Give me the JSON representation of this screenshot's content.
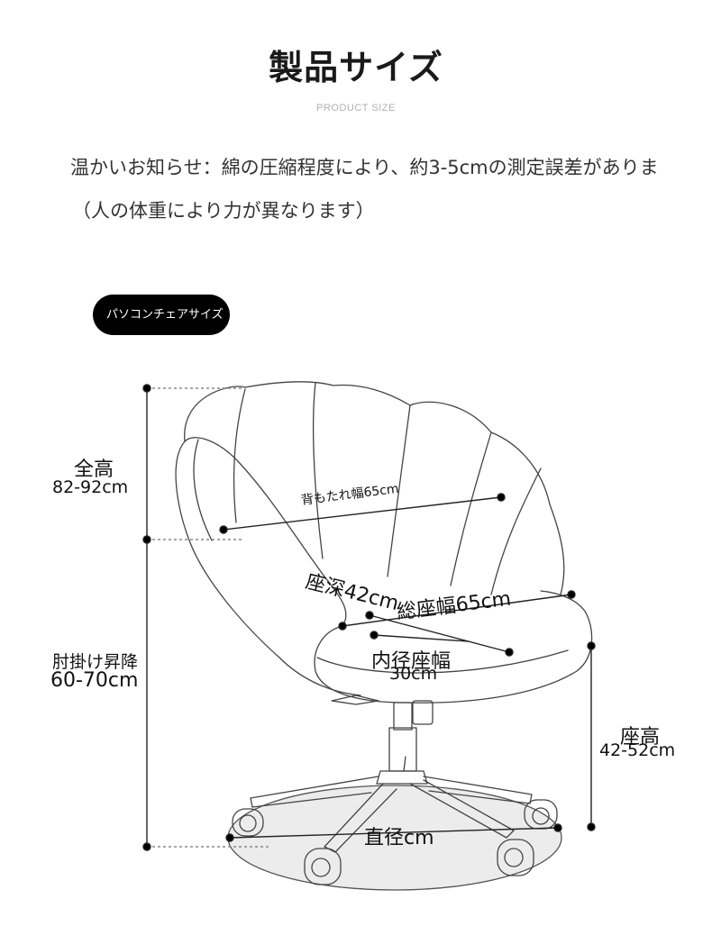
{
  "header": {
    "title": "製品サイズ",
    "subtitle": "PRODUCT SIZE"
  },
  "notice": {
    "line1": "温かいお知らせ：綿の圧縮程度により、約3-5cmの測定誤差がありま",
    "line2": "（人の体重により力が異なります）"
  },
  "badge": {
    "label": "パソコンチェアサイズ"
  },
  "dimensions": {
    "total_height_label": "全高",
    "total_height_value": "82-92cm",
    "armrest_label": "肘掛け昇降",
    "armrest_value": "60-70cm",
    "back_width": "背もたれ幅65cm",
    "seat_depth": "座深42cm",
    "total_seat_width": "総座幅65cm",
    "inner_seat_width_label": "内径座幅",
    "inner_seat_width_value": "30cm",
    "seat_height_label": "座高",
    "seat_height_value": "42-52cm",
    "diameter": "直径cm"
  },
  "colors": {
    "badge_bg": "#000000",
    "line": "#333333",
    "base_fill": "#ececec"
  }
}
